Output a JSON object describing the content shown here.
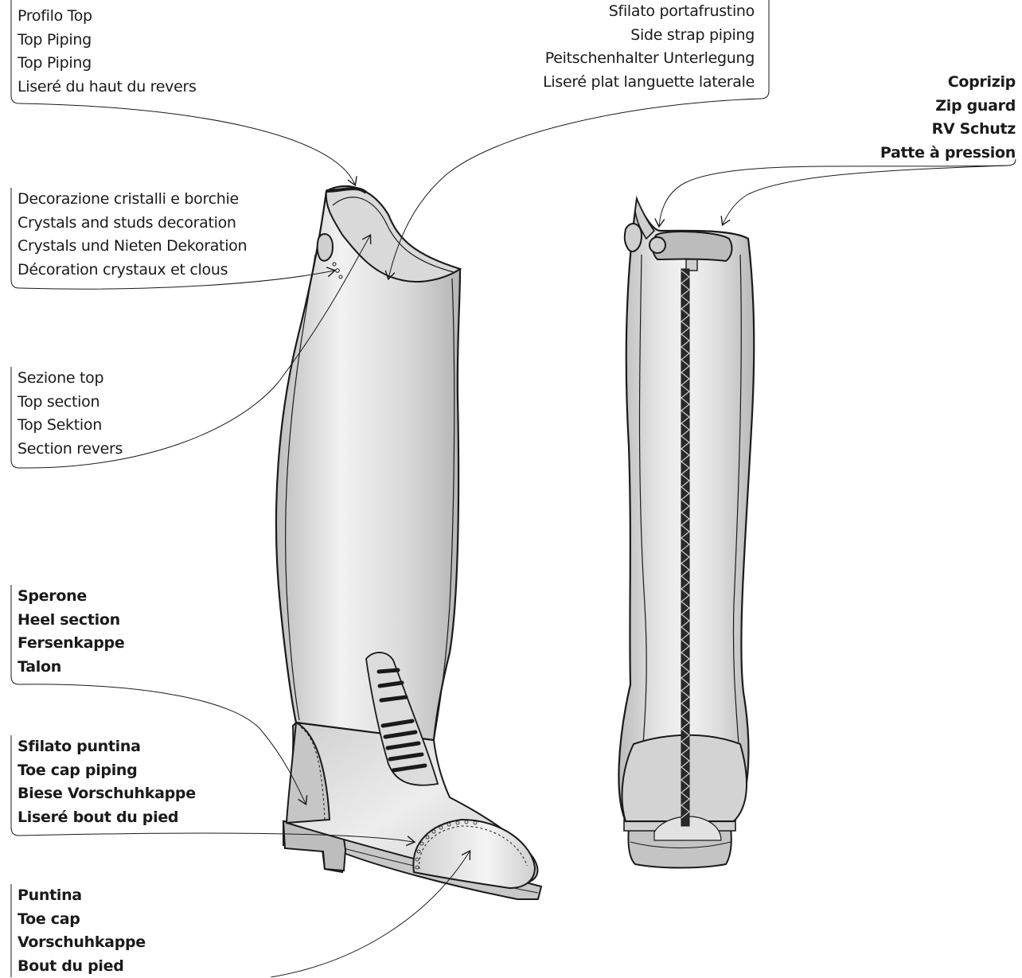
{
  "labels": {
    "top_profile": [
      "Profilo Top",
      "Top Piping",
      "Top Piping",
      "Liseré du haut du revers"
    ],
    "crystals": [
      "Decorazione cristalli e borchie",
      "Crystals and studs decoration",
      "Crystals und Nieten Dekoration",
      "Décoration crystaux et clous"
    ],
    "top_section": [
      "Sezione top",
      "Top section",
      "Top Sektion",
      "Section revers"
    ],
    "heel": [
      "Sperone",
      "Heel section",
      "Fersenkappe",
      "Talon"
    ],
    "toecap_piping": [
      "Sfilato puntina",
      "Toe cap piping",
      "Biese Vorschuhkappe",
      "Liseré bout du pied"
    ],
    "toecap": [
      "Puntina",
      "Toe cap",
      "Vorschuhkappe",
      "Bout du pied"
    ],
    "side_strap": [
      "Sfilato portafrustino",
      "Side strap piping",
      "Peitschenhalter Unterlegung",
      "Liseré plat languette laterale"
    ],
    "zip_guard": [
      "Coprizip",
      "Zip guard",
      "RV Schutz",
      "Patte à pression"
    ]
  },
  "colors": {
    "stroke": "#1a1a1a",
    "boot_light": "#ececec",
    "boot_mid": "#d6d6d6",
    "boot_dark": "#bdbdbd",
    "sole": "#c8c8c8"
  }
}
